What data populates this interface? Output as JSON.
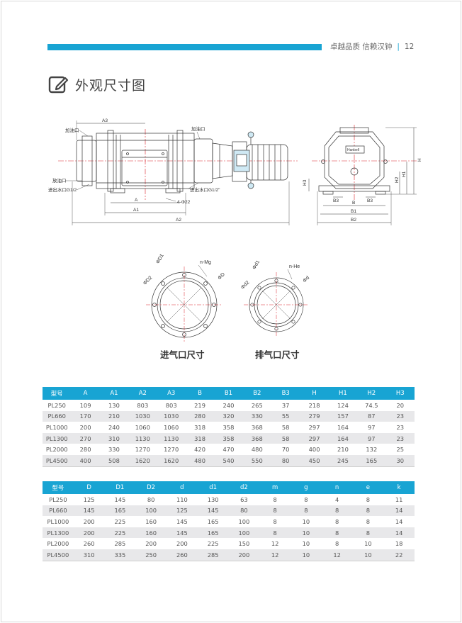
{
  "header": {
    "slogan": "卓越品质 信赖汉钟",
    "separator": "|",
    "page_number": "12"
  },
  "section": {
    "title": "外观尺寸图",
    "icon": "edit-icon"
  },
  "drawing_labels": {
    "oil_fill_left": "加油口",
    "oil_fill_right": "加油口",
    "oil_drain": "放油口",
    "water_inout_left": "进出水口G1/2",
    "water_inout_right": "进出水口G1/2\"",
    "holes": "4-Φ22",
    "A3": "A3",
    "A": "A",
    "A1": "A1",
    "A2": "A2",
    "B3": "B3",
    "B": "B",
    "B1": "B1",
    "B2": "B2",
    "H": "H",
    "H1": "H1",
    "H2": "H2",
    "H3": "H3",
    "nameplate": "Hanbell"
  },
  "flange_labels": {
    "inlet": {
      "D1": "ΦD1",
      "D2": "ΦD2",
      "D": "ΦD",
      "holes": "n-Mg",
      "caption": "进气口尺寸"
    },
    "outlet": {
      "d1": "Φd1",
      "d2": "Φd2",
      "d": "Φd",
      "holes": "n-He",
      "caption": "排气口尺寸"
    }
  },
  "table1": {
    "headers": [
      "型号",
      "A",
      "A1",
      "A2",
      "A3",
      "B",
      "B1",
      "B2",
      "B3",
      "H",
      "H1",
      "H2",
      "H3"
    ],
    "rows": [
      [
        "PL250",
        "109",
        "130",
        "803",
        "803",
        "219",
        "240",
        "265",
        "37",
        "218",
        "124",
        "74.5",
        "20"
      ],
      [
        "PL660",
        "170",
        "210",
        "1030",
        "1030",
        "280",
        "320",
        "330",
        "55",
        "279",
        "157",
        "87",
        "23"
      ],
      [
        "PL1000",
        "200",
        "240",
        "1060",
        "1060",
        "318",
        "358",
        "368",
        "58",
        "297",
        "164",
        "97",
        "23"
      ],
      [
        "PL1300",
        "270",
        "310",
        "1130",
        "1130",
        "318",
        "358",
        "368",
        "58",
        "297",
        "164",
        "97",
        "23"
      ],
      [
        "PL2000",
        "280",
        "330",
        "1270",
        "1270",
        "420",
        "470",
        "480",
        "70",
        "400",
        "210",
        "132",
        "25"
      ],
      [
        "PL4500",
        "400",
        "508",
        "1620",
        "1620",
        "480",
        "540",
        "550",
        "80",
        "450",
        "245",
        "165",
        "30"
      ]
    ]
  },
  "table2": {
    "headers": [
      "型号",
      "D",
      "D1",
      "D2",
      "d",
      "d1",
      "d2",
      "m",
      "g",
      "n",
      "e",
      "k"
    ],
    "rows": [
      [
        "PL250",
        "125",
        "145",
        "80",
        "110",
        "130",
        "63",
        "8",
        "8",
        "4",
        "8",
        "11"
      ],
      [
        "PL660",
        "145",
        "165",
        "100",
        "125",
        "145",
        "80",
        "8",
        "8",
        "8",
        "8",
        "14"
      ],
      [
        "PL1000",
        "200",
        "225",
        "160",
        "145",
        "165",
        "100",
        "8",
        "10",
        "8",
        "8",
        "14"
      ],
      [
        "PL1300",
        "200",
        "225",
        "160",
        "145",
        "165",
        "100",
        "8",
        "10",
        "8",
        "8",
        "14"
      ],
      [
        "PL2000",
        "260",
        "285",
        "200",
        "200",
        "225",
        "150",
        "12",
        "10",
        "8",
        "10",
        "18"
      ],
      [
        "PL4500",
        "310",
        "335",
        "250",
        "260",
        "285",
        "200",
        "12",
        "10",
        "12",
        "10",
        "22"
      ]
    ]
  },
  "colors": {
    "accent": "#18a4d3",
    "stripe": "#e8e8ea",
    "centerline": "#d9232a"
  }
}
